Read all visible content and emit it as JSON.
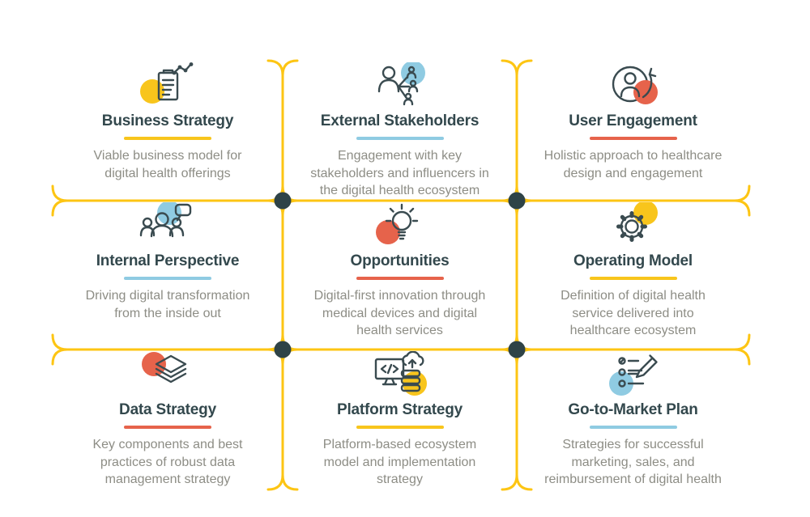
{
  "palette": {
    "yellow": "#F8C51C",
    "blue": "#8FCBE2",
    "orange": "#E6634B",
    "grid_line": "#FDC513",
    "intersection_dot": "#2E4347",
    "icon_stroke": "#3A4B50",
    "title_text": "#33484D",
    "body_text": "#8D8D85",
    "canvas_bg": "#FFFFFF"
  },
  "grid": {
    "rows": 3,
    "columns": 3,
    "line_style": "rounded-corner yellow lattice with dark dots at the four interior intersections",
    "intersection_dots": 4
  },
  "cells": [
    {
      "icon": "clipboard-chart-icon",
      "title": "Business Strategy",
      "accent": "yellow",
      "description": [
        "Viable business model for",
        "digital health offerings"
      ]
    },
    {
      "icon": "stakeholder-network-icon",
      "title": "External Stakeholders",
      "accent": "blue",
      "description": [
        "Engagement with key",
        "stakeholders and influencers in",
        "the digital health ecosystem"
      ]
    },
    {
      "icon": "user-refresh-icon",
      "title": "User Engagement",
      "accent": "orange",
      "description": [
        "Holistic approach to healthcare",
        "design and engagement"
      ]
    },
    {
      "icon": "team-chat-icon",
      "title": "Internal Perspective",
      "accent": "blue",
      "description": [
        "Driving digital transformation",
        "from the inside out"
      ]
    },
    {
      "icon": "lightbulb-icon",
      "title": "Opportunities",
      "accent": "orange",
      "description": [
        "Digital-first innovation through",
        "medical devices and digital",
        "health services"
      ]
    },
    {
      "icon": "gear-icon",
      "title": "Operating Model",
      "accent": "yellow",
      "description": [
        "Definition of digital health",
        "service delivered into",
        "healthcare ecosystem"
      ]
    },
    {
      "icon": "layers-icon",
      "title": "Data Strategy",
      "accent": "orange",
      "description": [
        "Key components and best",
        "practices of robust data",
        "management strategy"
      ]
    },
    {
      "icon": "platform-cloud-icon",
      "title": "Platform Strategy",
      "accent": "yellow",
      "description": [
        "Platform-based ecosystem",
        "model and implementation",
        "strategy"
      ]
    },
    {
      "icon": "checklist-pencil-icon",
      "title": "Go-to-Market Plan",
      "accent": "blue",
      "description": [
        "Strategies for successful",
        "marketing, sales, and",
        "reimbursement of digital health"
      ]
    }
  ]
}
